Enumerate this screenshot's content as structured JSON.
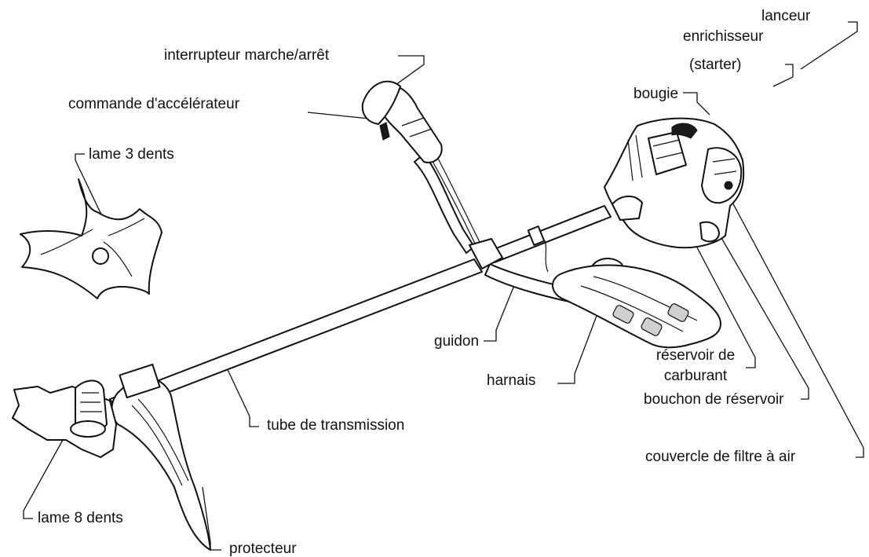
{
  "labels": {
    "lanceur": "lanceur",
    "enrichisseur": "enrichisseur",
    "starter": "(starter)",
    "interrupteur": "interrupteur marche/arrêt",
    "commande": "commande d'accélérateur",
    "bougie": "bougie",
    "lame3": "lame 3 dents",
    "guidon": "guidon",
    "reservoir_1": "réservoir de",
    "reservoir_2": "carburant",
    "harnais": "harnais",
    "bouchon": "bouchon de réservoir",
    "tube": "tube de transmission",
    "couvercle": "couvercle de filtre à air",
    "lame8": "lame 8 dents",
    "protecteur": "protecteur"
  }
}
